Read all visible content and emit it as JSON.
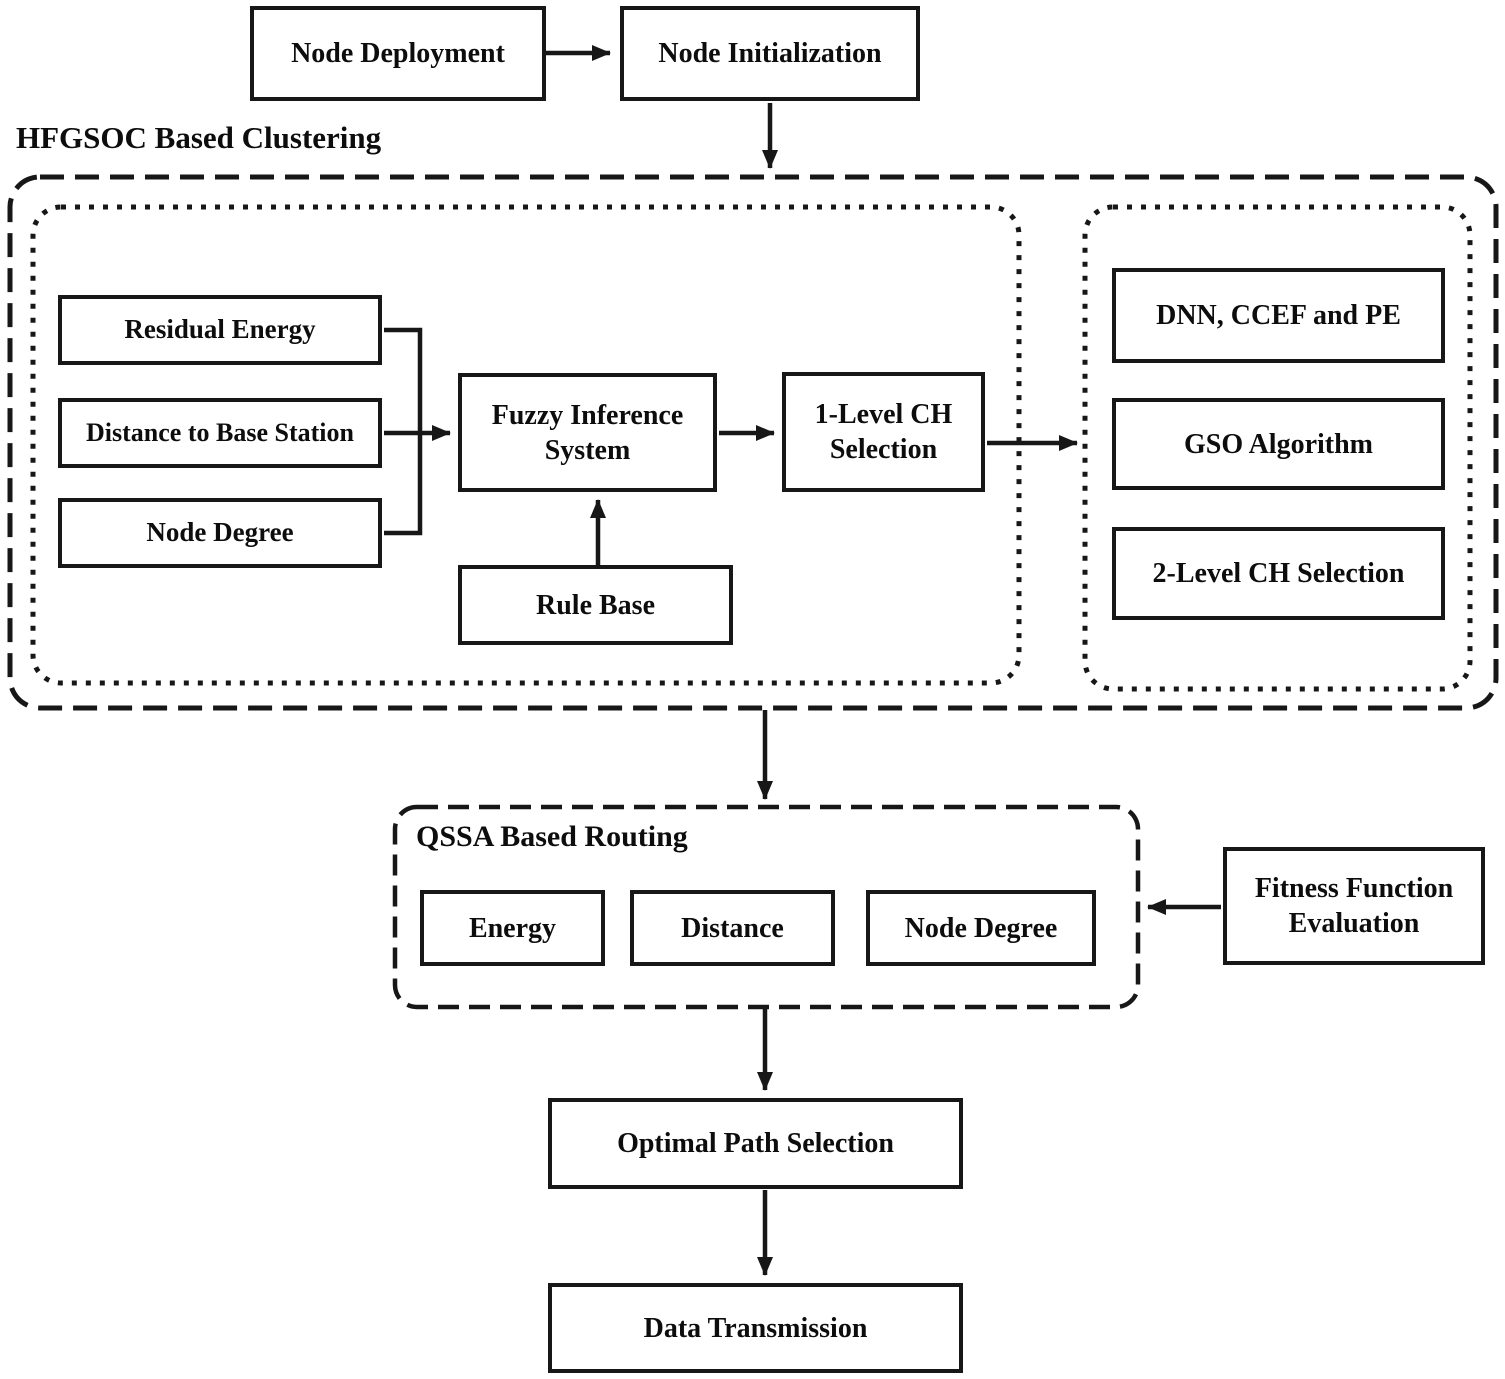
{
  "colors": {
    "ink": "#171717",
    "background": "#ffffff"
  },
  "flow_top": {
    "node_deployment": "Node Deployment",
    "node_initialization": "Node Initialization"
  },
  "clustering": {
    "section_label": "HFGSOC Based Clustering",
    "fuzzy_inputs": {
      "residual_energy": "Residual Energy",
      "distance_to_base_station": "Distance to Base Station",
      "node_degree": "Node Degree"
    },
    "fuzzy_inference_system": "Fuzzy Inference System",
    "rule_base": "Rule Base",
    "level1_ch_selection": "1-Level CH Selection",
    "second_level": {
      "dnn_ccef_pe": "DNN, CCEF and PE",
      "gso_algorithm": "GSO Algorithm",
      "level2_ch_selection": "2-Level CH Selection"
    }
  },
  "routing": {
    "section_label": "QSSA Based Routing",
    "metrics": {
      "energy": "Energy",
      "distance": "Distance",
      "node_degree": "Node Degree"
    },
    "fitness_function_evaluation": "Fitness Function Evaluation"
  },
  "flow_bottom": {
    "optimal_path_selection": "Optimal Path Selection",
    "data_transmission": "Data Transmission"
  }
}
